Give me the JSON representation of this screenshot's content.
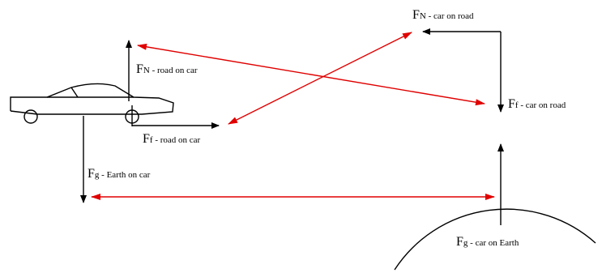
{
  "labels": {
    "fn_road_on_car": {
      "symbol": "F",
      "sub": "N",
      "desc": " - road on car"
    },
    "ff_road_on_car": {
      "symbol": "F",
      "sub": "f",
      "desc": " - road on car"
    },
    "fg_earth_on_car": {
      "symbol": "F",
      "sub": "g",
      "desc": " - Earth on car"
    },
    "fn_car_on_road": {
      "symbol": "F",
      "sub": "N",
      "desc": " - car on road"
    },
    "ff_car_on_road": {
      "symbol": "F",
      "sub": "f",
      "desc": " - car on road"
    },
    "fg_car_on_earth": {
      "symbol": "F",
      "sub": "g",
      "desc": " - car on Earth"
    }
  },
  "colors": {
    "force_arrow": "#000000",
    "pair_connector": "#e00000",
    "background": "#ffffff"
  }
}
